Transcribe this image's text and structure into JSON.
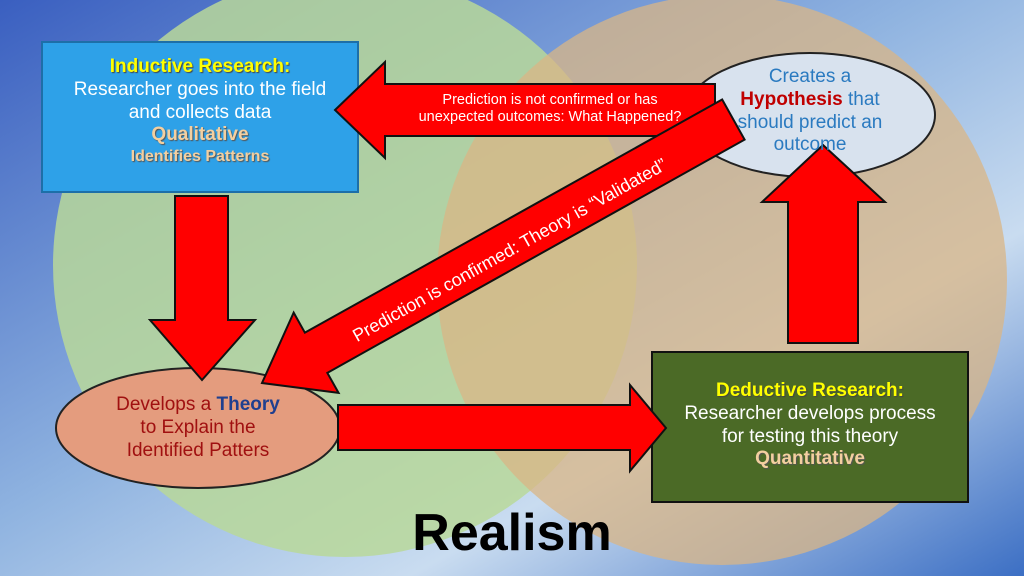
{
  "title": "Realism",
  "inductive": {
    "heading": "Inductive Research:",
    "line1": "Researcher goes into the field",
    "line2": "and collects data",
    "type": "Qualitative",
    "note": "Identifies Patterns"
  },
  "hypothesis": {
    "pre": "Creates a",
    "keyword": "Hypothesis",
    "post": "that",
    "line3": "should predict an",
    "line4": "outcome"
  },
  "theory": {
    "pre": "Develops a",
    "keyword": "Theory",
    "line2": "to Explain the",
    "line3": "Identified Patters"
  },
  "deductive": {
    "heading": "Deductive Research:",
    "line1": "Researcher develops process",
    "line2": "for testing this theory",
    "type": "Quantitative"
  },
  "arrows": {
    "not_confirmed_line1": "Prediction is not confirmed or has",
    "not_confirmed_line2": "unexpected outcomes: What Happened?",
    "confirmed": "Prediction is confirmed: Theory is “Validated”"
  },
  "colors": {
    "arrow": "#ff0000",
    "inductive_box": "#2ea1e8",
    "deductive_box": "#4b6a26",
    "theory_ellipse": "#e49c7e",
    "hypothesis_ellipse": "#d8e2ee"
  }
}
